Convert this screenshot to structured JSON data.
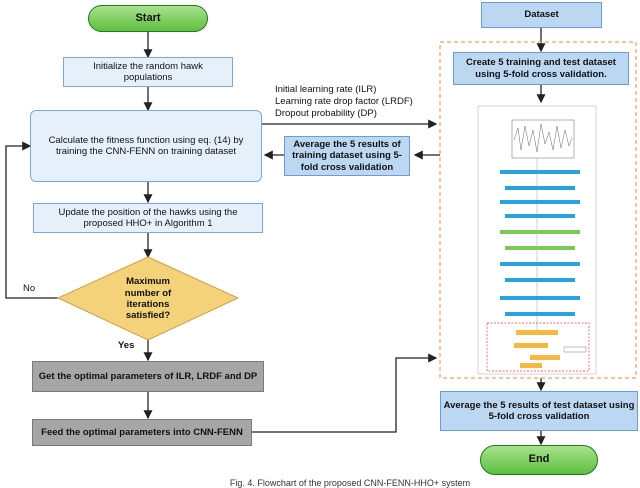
{
  "nodes": {
    "start": "Start",
    "init": "Initialize the random hawk\npopulations",
    "fitness": "Calculate the fitness function using eq. (14) by\ntraining the CNN-FENN on training dataset",
    "update": "Update the position of the hawks using the\nproposed HHO+ in Algorithm 1",
    "decision": "Maximum\nnumber of\niterations\nsatisfied?",
    "optimal": "Get the optimal parameters of ILR, LRDF and DP",
    "feed": "Feed the optimal parameters into CNN-FENN",
    "dataset": "Dataset",
    "create": "Create 5 training and test dataset\nusing 5-fold cross validation.",
    "avg_train": "Average the 5 results of\ntraining dataset using 5-\nfold cross validation",
    "avg_test": "Average the 5 results of test dataset using\n5-fold cross validation",
    "end": "End"
  },
  "labels": {
    "no": "No",
    "yes": "Yes",
    "params": "Initial learning rate (ILR)\nLearning rate drop factor (LRDF)\nDropout probability (DP)"
  },
  "caption": "Fig. 4. Flowchart of the proposed CNN-FENN-HHO+ system"
}
